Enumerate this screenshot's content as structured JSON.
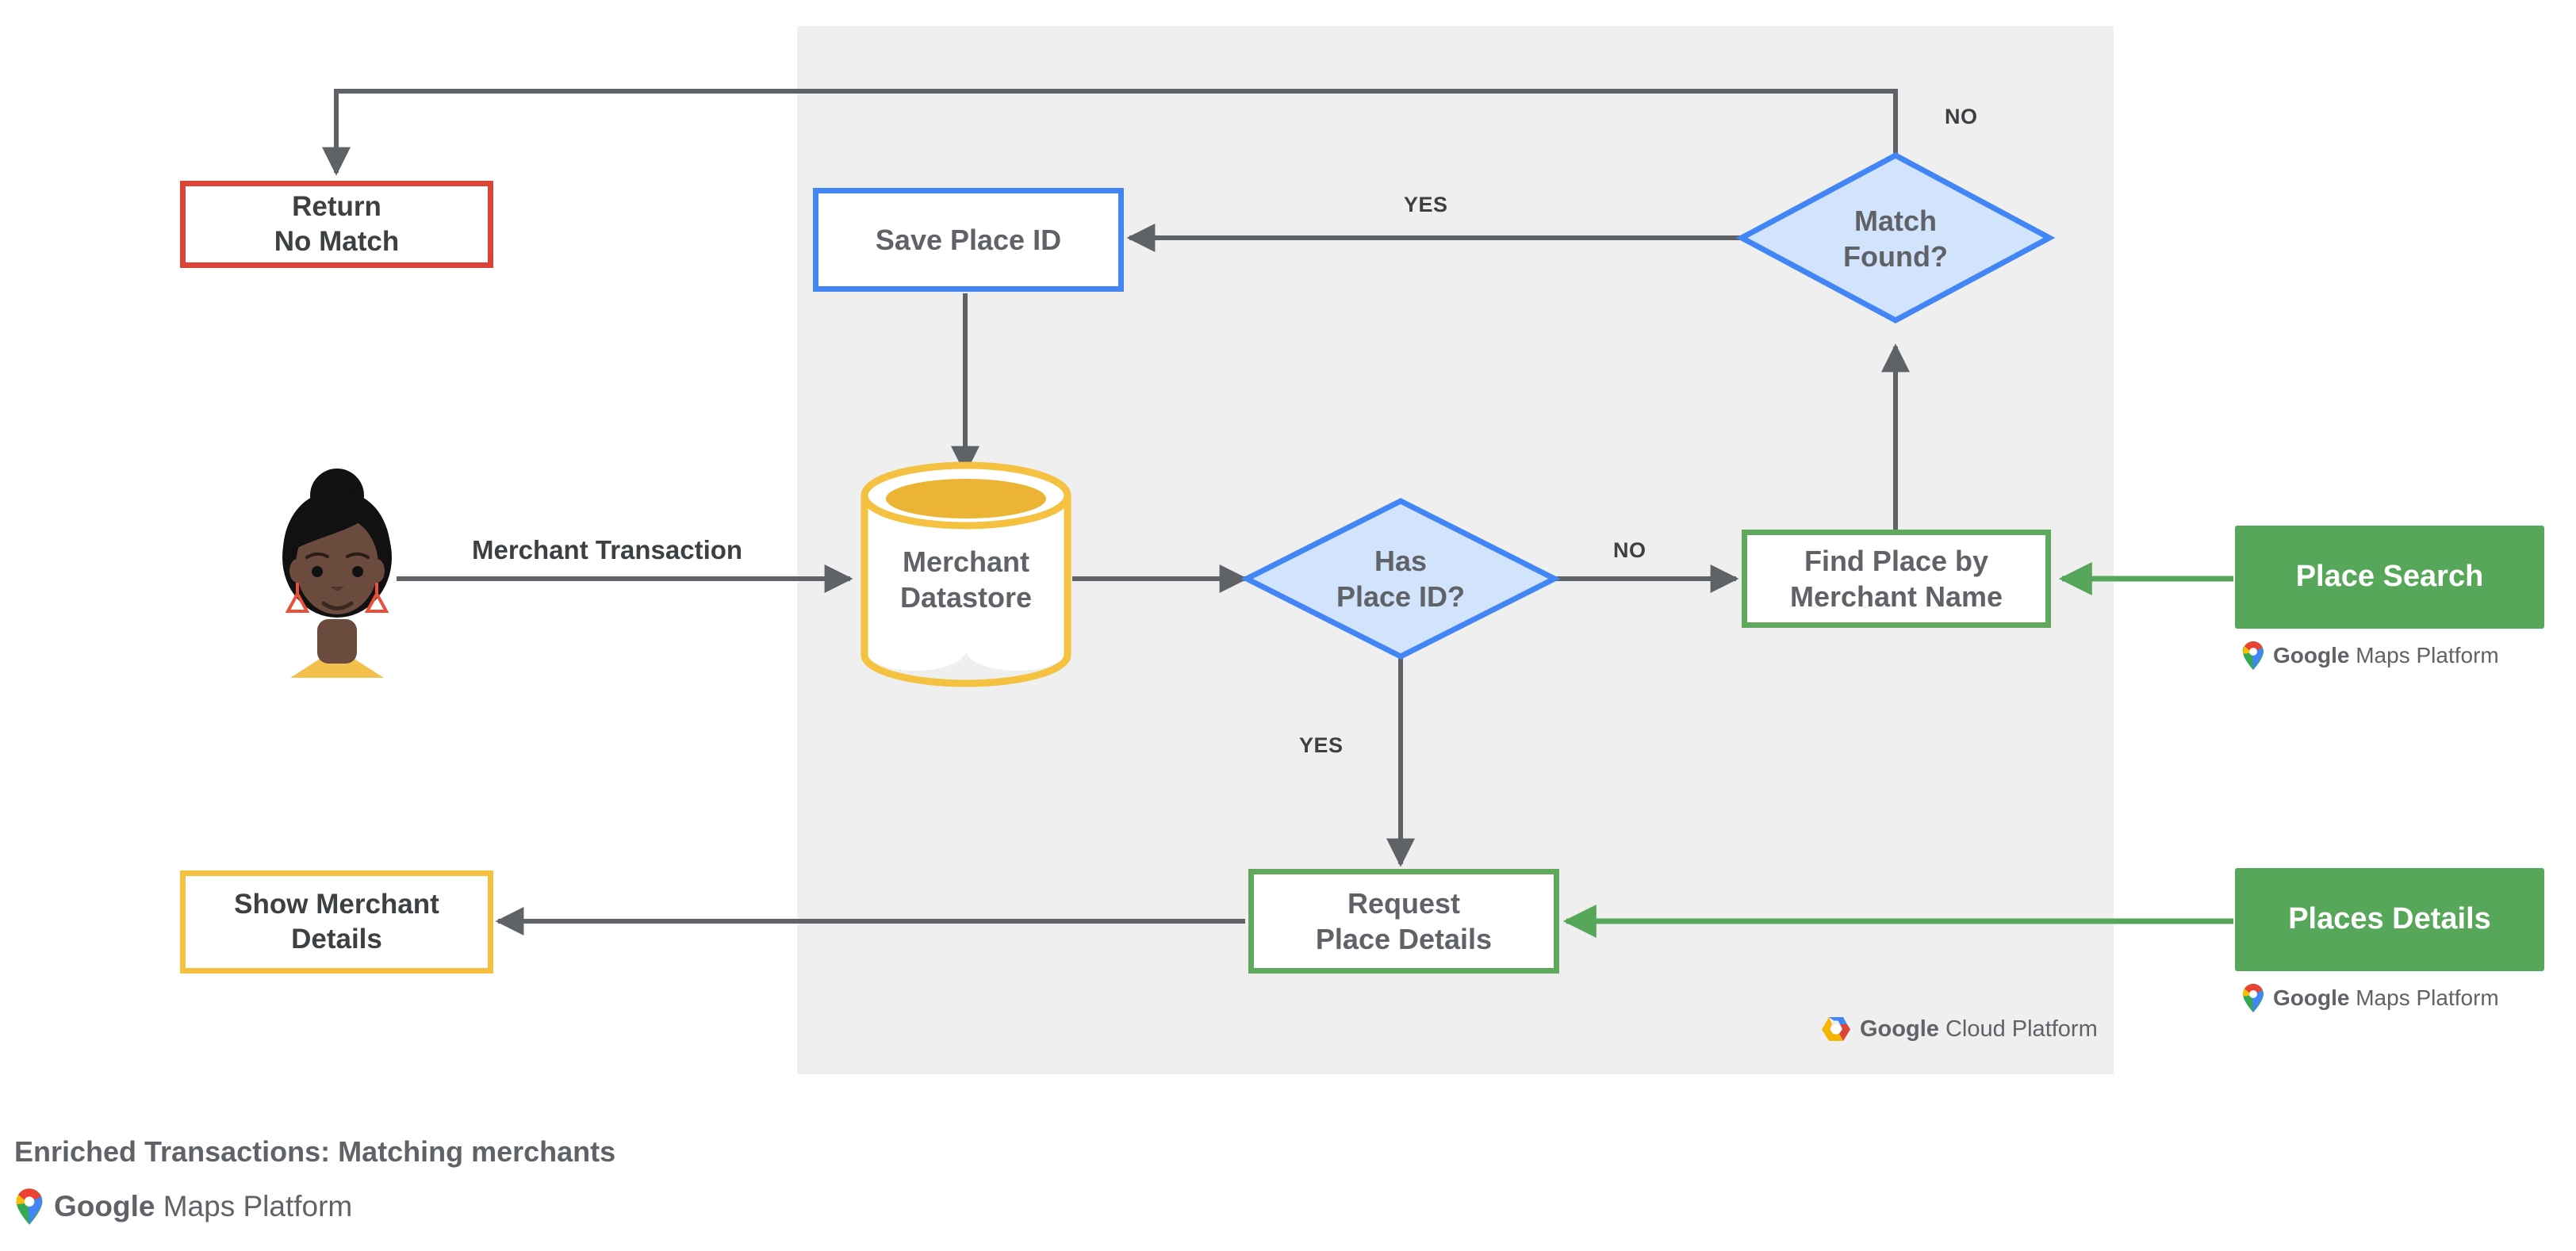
{
  "diagram": {
    "title": "Enriched Transactions: Matching merchants",
    "panel_label": "google-cloud-platform-region",
    "colors": {
      "red": "#DB4437",
      "blue": "#4285F4",
      "blue_fill": "#D2E3FC",
      "green": "#5FA85C",
      "green_chip": "#57A75A",
      "amber": "#F4C141",
      "panel_bg": "#EFEFEF",
      "edge": "#5f6368",
      "text": "#5f6368"
    },
    "nodes": {
      "return_no_match": {
        "label": "Return\nNo Match",
        "shape": "rect",
        "style": "red-outline"
      },
      "save_place_id": {
        "label": "Save Place ID",
        "shape": "rect",
        "style": "blue-outline"
      },
      "match_found": {
        "label": "Match\nFound?",
        "shape": "diamond",
        "style": "blue-fill"
      },
      "merchant_datastore": {
        "label": "Merchant\nDatastore",
        "shape": "cylinder",
        "style": "amber-outline"
      },
      "has_place_id": {
        "label": "Has\nPlace ID?",
        "shape": "diamond",
        "style": "blue-fill"
      },
      "find_place_by_merchant_name": {
        "label": "Find Place by\nMerchant Name",
        "shape": "rect",
        "style": "green-outline"
      },
      "request_place_details": {
        "label": "Request\nPlace Details",
        "shape": "rect",
        "style": "green-outline"
      },
      "show_merchant_details": {
        "label": "Show Merchant\nDetails",
        "shape": "rect",
        "style": "amber-outline"
      },
      "place_search": {
        "label": "Place Search",
        "shape": "rect",
        "style": "green-filled"
      },
      "places_details": {
        "label": "Places Details",
        "shape": "rect",
        "style": "green-filled"
      }
    },
    "edge_labels": {
      "merchant_transaction": "Merchant Transaction",
      "match_found_yes": "YES",
      "match_found_no": "NO",
      "has_place_id_no": "NO",
      "has_place_id_yes": "YES"
    },
    "logos": {
      "gmp_brand": "Google",
      "gmp_product": " Maps Platform",
      "gcp_brand": "Google",
      "gcp_product": " Cloud Platform"
    }
  }
}
